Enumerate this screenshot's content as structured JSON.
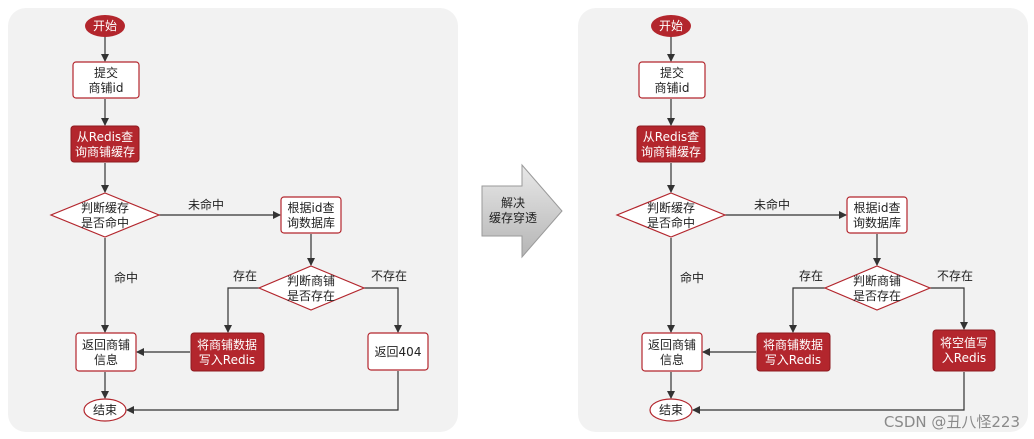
{
  "left": {
    "start": "开始",
    "submit": [
      "提交",
      "商铺id"
    ],
    "query_redis": [
      "从Redis查",
      "询商铺缓存"
    ],
    "check_cache": [
      "判断缓存",
      "是否命中"
    ],
    "miss": "未命中",
    "query_db": [
      "根据id查",
      "询数据库"
    ],
    "hit": "命中",
    "check_exist": [
      "判断商铺",
      "是否存在"
    ],
    "exists": "存在",
    "not_exists": "不存在",
    "return_info": [
      "返回商铺",
      "信息"
    ],
    "write_redis": [
      "将商铺数据",
      "写入Redis"
    ],
    "return_404": "返回404",
    "end": "结束"
  },
  "middle": {
    "arrow_text": [
      "解决",
      "缓存穿透"
    ]
  },
  "right": {
    "start": "开始",
    "submit": [
      "提交",
      "商铺id"
    ],
    "query_redis": [
      "从Redis查",
      "询商铺缓存"
    ],
    "check_cache": [
      "判断缓存",
      "是否命中"
    ],
    "miss": "未命中",
    "query_db": [
      "根据id查",
      "询数据库"
    ],
    "hit": "命中",
    "check_exist": [
      "判断商铺",
      "是否存在"
    ],
    "exists": "存在",
    "not_exists": "不存在",
    "return_info": [
      "返回商铺",
      "信息"
    ],
    "write_redis": [
      "将商铺数据",
      "写入Redis"
    ],
    "write_null": [
      "将空值写",
      "入Redis"
    ],
    "end": "结束"
  },
  "watermark": "CSDN @丑八怪223",
  "colors": {
    "accent": "#b3262d",
    "panel": "#f2f2f2"
  }
}
